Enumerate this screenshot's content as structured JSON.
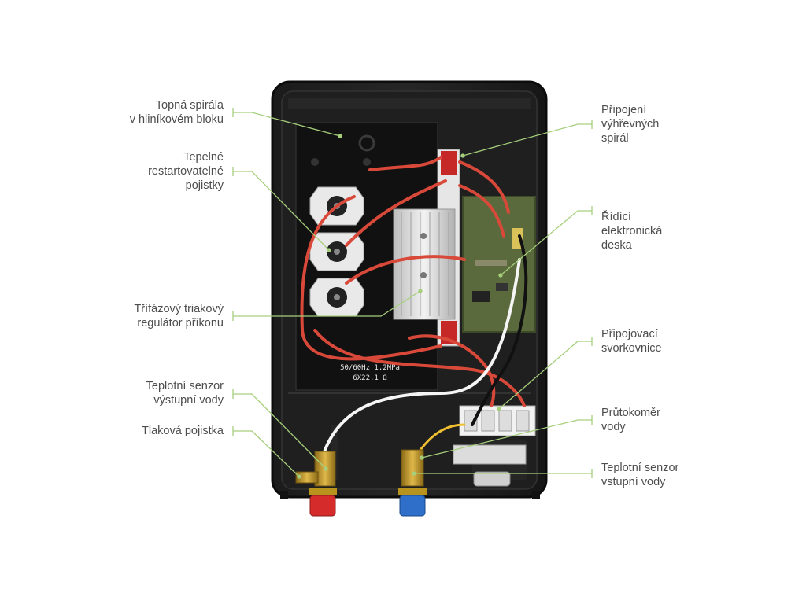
{
  "accent_color": "#a6cf7c",
  "callouts_left": [
    {
      "id": "topna-spirala",
      "lines": [
        "Topná spirála",
        "v hliníkovém bloku"
      ]
    },
    {
      "id": "tepelne-pojistky",
      "lines": [
        "Tepelné",
        "restartovatelné",
        "pojistky"
      ]
    },
    {
      "id": "triakovy-regulator",
      "lines": [
        "Třífázový triakový",
        "regulátor příkonu"
      ]
    },
    {
      "id": "senzor-vystupni",
      "lines": [
        "Teplotní senzor",
        "výstupní vody"
      ]
    },
    {
      "id": "tlakova-pojistka",
      "lines": [
        "Tlaková pojistka"
      ]
    }
  ],
  "callouts_right": [
    {
      "id": "pripojeni-spiral",
      "lines": [
        "Připojení",
        "výhřevných",
        "spirál"
      ]
    },
    {
      "id": "ridici-deska",
      "lines": [
        "Řídící",
        "elektronická",
        "deska"
      ]
    },
    {
      "id": "svorkovnice",
      "lines": [
        "Připojovací",
        "svorkovnice"
      ]
    },
    {
      "id": "prutokomer",
      "lines": [
        "Průtokoměr",
        "vody"
      ]
    },
    {
      "id": "senzor-vstupni",
      "lines": [
        "Teplotní senzor",
        "vstupní vody"
      ]
    }
  ],
  "heater_text": {
    "spec_line1": "50/60Hz 1.2MPa",
    "spec_line2": "6X22.1 Ω"
  }
}
